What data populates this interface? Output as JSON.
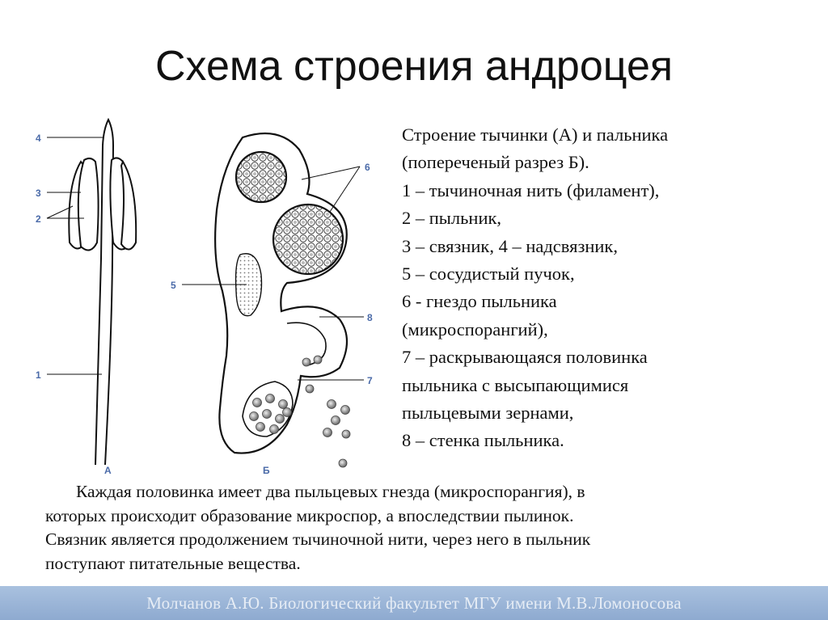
{
  "title": "Схема строения андроцея",
  "legend": [
    "Строение тычинки (А) и пальника",
    "(попереченый разрез Б).",
    "1 – тычиночная нить (филамент),",
    "2 – пыльник,",
    "3 – связник, 4 – надсвязник,",
    "5 – сосудистый пучок,",
    "6  - гнездо пыльника",
    "(микроспорангий),",
    "7 – раскрывающаяся половинка",
    "пыльника с высыпающимися",
    "пыльцевыми зернами,",
    "8 – стенка пыльника."
  ],
  "paragraph": [
    "Каждая половинка имеет два пыльцевых гнезда (микроспорангия), в",
    "которых происходит образование микроспор, а впоследствии пылинок.",
    "Связник является продолжением тычиночной нити, через него в пыльник",
    "поступают питательные вещества."
  ],
  "figure_a": {
    "caption": "А",
    "labels": [
      "4",
      "3",
      "2",
      "1"
    ]
  },
  "figure_b": {
    "caption": "Б",
    "labels": [
      "6",
      "5",
      "8",
      "7"
    ]
  },
  "footer": "Молчанов А.Ю. Биологический факультет МГУ имени М.В.Ломоносова",
  "colors": {
    "label_blue": "#4a6aa8",
    "footer_bg": "#9bb6d9"
  }
}
